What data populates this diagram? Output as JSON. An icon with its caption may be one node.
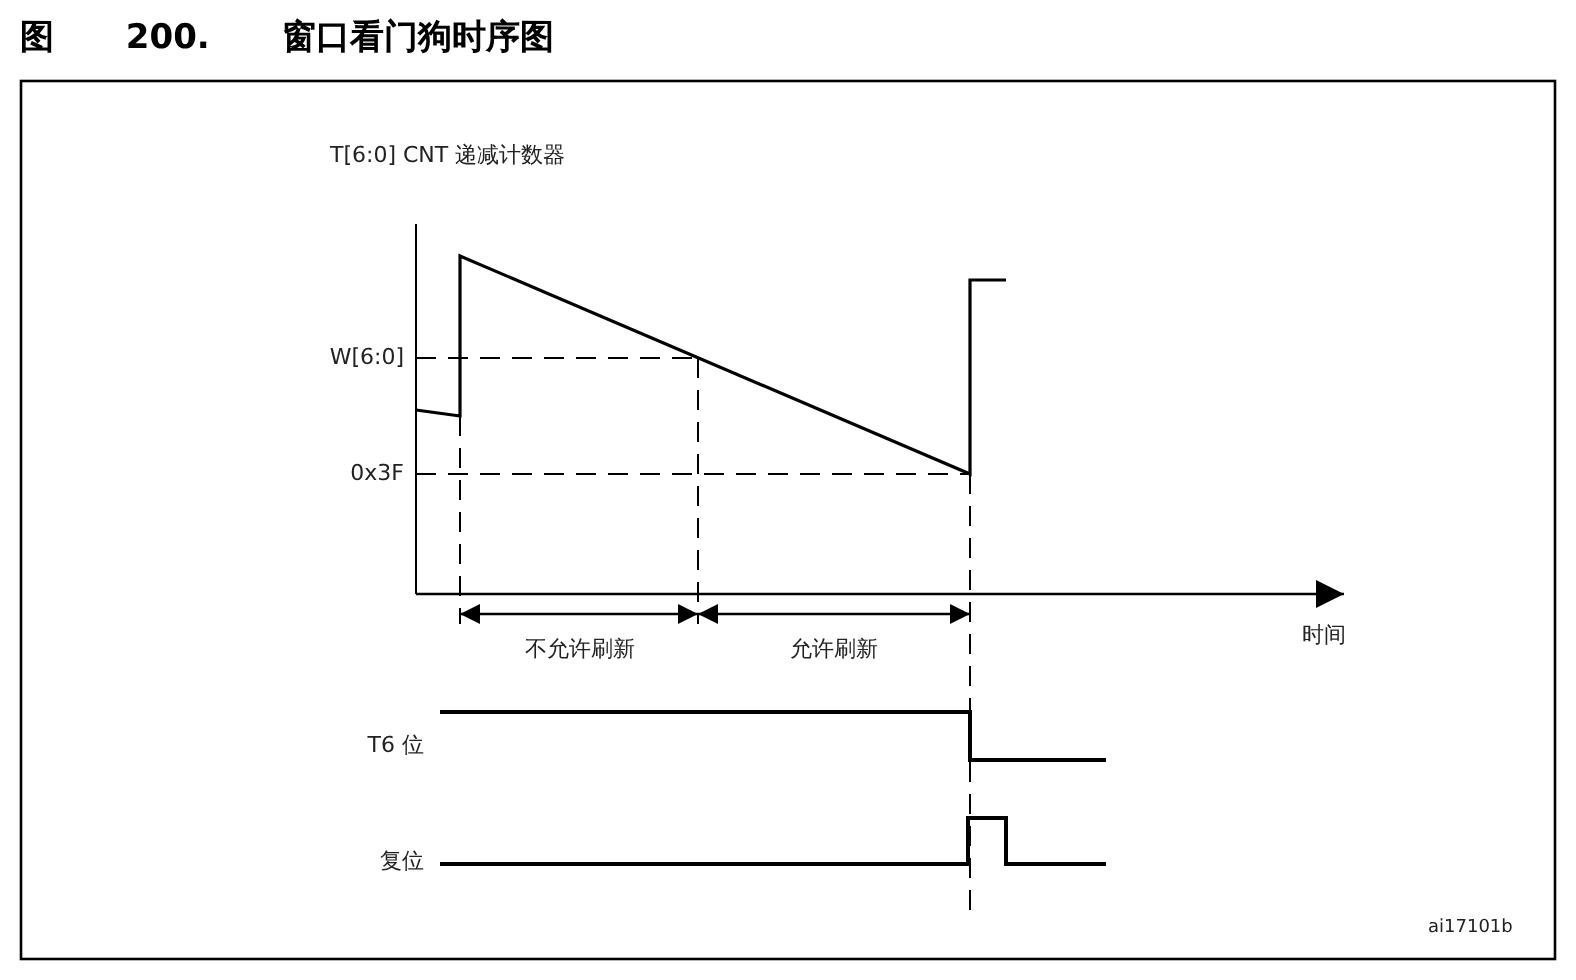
{
  "diagram": {
    "title": "图 200. 窗口看门狗时序图",
    "labels": [
      "T[6:0] CNT 递减计数器",
      "W[6:0]",
      "0x3F",
      "不允许刷新",
      "允许刷新",
      "时间",
      "T6 位",
      "复位",
      "ai17101b"
    ]
  }
}
